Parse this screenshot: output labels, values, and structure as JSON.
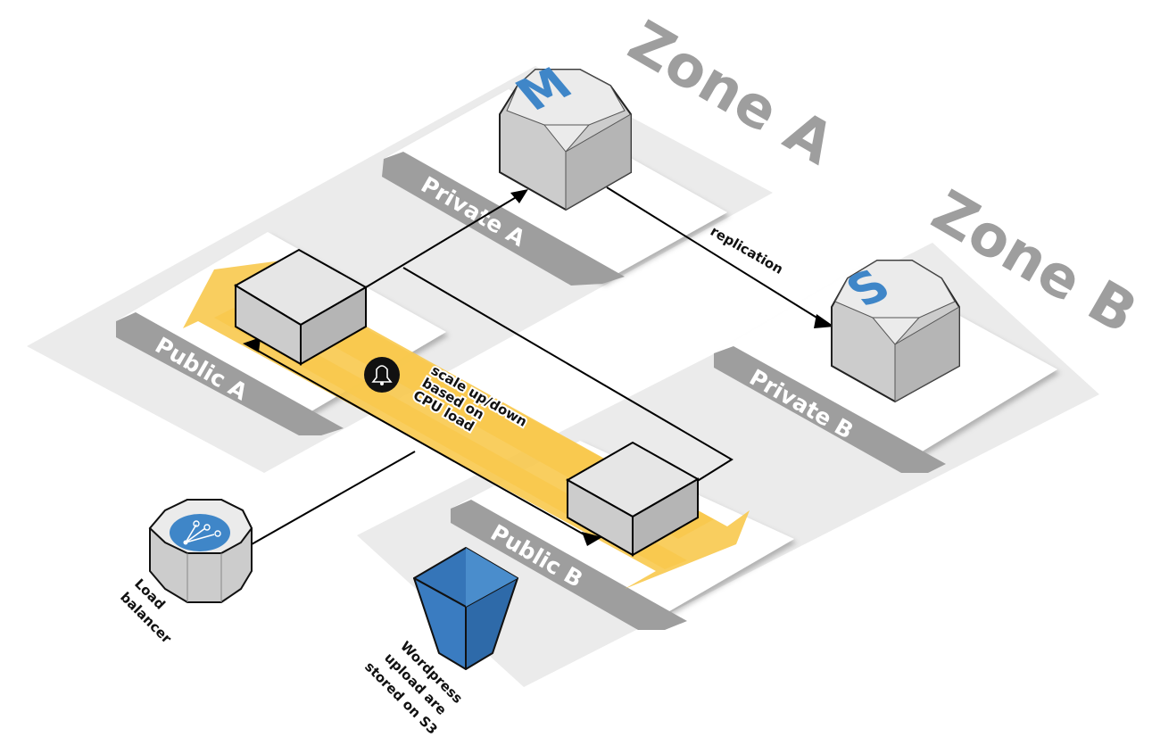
{
  "zones": [
    {
      "title": "Zone A",
      "subnets": [
        {
          "label": "Private A"
        },
        {
          "label": "Public A"
        }
      ]
    },
    {
      "title": "Zone B",
      "subnets": [
        {
          "label": "Private B"
        },
        {
          "label": "Public B"
        }
      ]
    }
  ],
  "databases": {
    "master": {
      "glyph": "M"
    },
    "slave": {
      "glyph": "S"
    }
  },
  "connections": {
    "replication_label": "replication"
  },
  "autoscaling": {
    "note_lines": [
      "scale up/down",
      "based on",
      "CPU load"
    ],
    "icon": "bell-icon"
  },
  "load_balancer": {
    "label_lines": [
      "Load",
      "balancer"
    ],
    "icon": "load-balancer-icon"
  },
  "s3": {
    "label_lines": [
      "Wordpress",
      "upload are",
      "stored on S3"
    ],
    "icon": "bucket-icon"
  },
  "colors": {
    "zone_bg": "#ebebeb",
    "subnet_bg": "#ffffff",
    "label_bar": "#9e9e9e",
    "autoscale": "#f8c94e",
    "db_glyph": "#3f86c8",
    "bucket": "#3575b8"
  }
}
